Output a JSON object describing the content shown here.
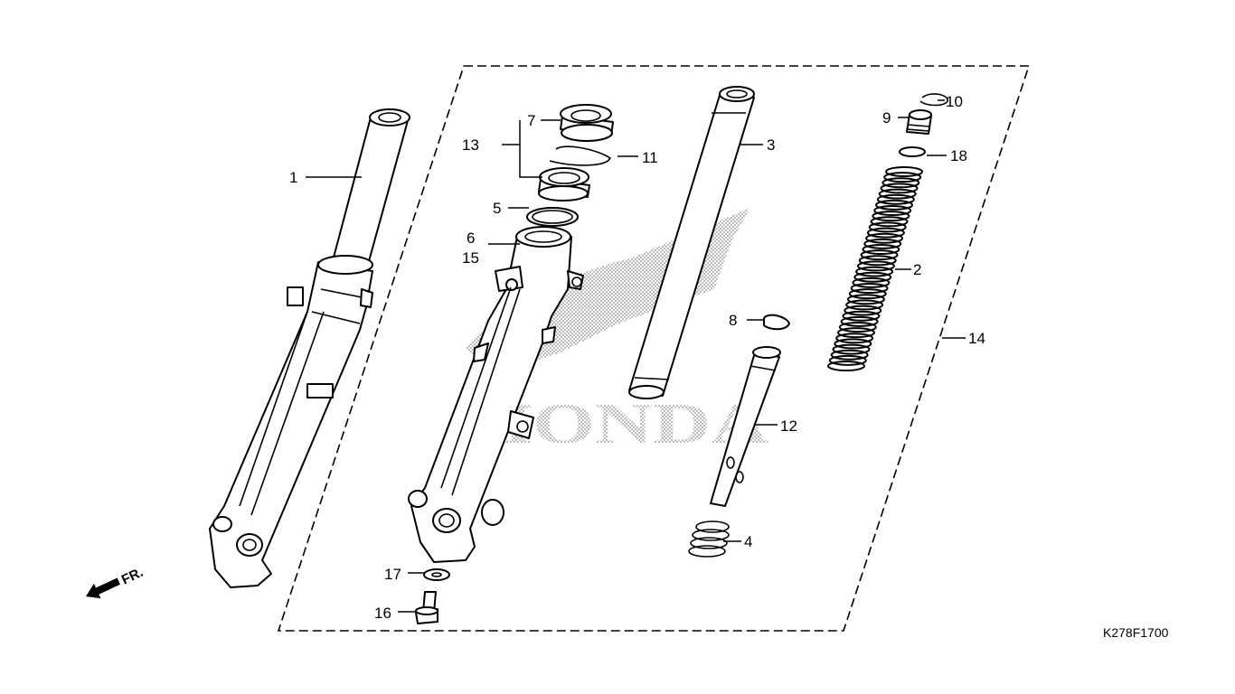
{
  "diagram": {
    "callouts": [
      {
        "id": "1",
        "text": "1"
      },
      {
        "id": "2",
        "text": "2"
      },
      {
        "id": "3",
        "text": "3"
      },
      {
        "id": "4",
        "text": "4"
      },
      {
        "id": "5",
        "text": "5"
      },
      {
        "id": "6",
        "text": "6"
      },
      {
        "id": "7",
        "text": "7"
      },
      {
        "id": "8",
        "text": "8"
      },
      {
        "id": "9",
        "text": "9"
      },
      {
        "id": "10",
        "text": "10"
      },
      {
        "id": "11",
        "text": "11"
      },
      {
        "id": "12",
        "text": "12"
      },
      {
        "id": "13",
        "text": "13"
      },
      {
        "id": "14",
        "text": "14"
      },
      {
        "id": "15",
        "text": "15"
      },
      {
        "id": "16",
        "text": "16"
      },
      {
        "id": "17",
        "text": "17"
      },
      {
        "id": "18",
        "text": "18"
      }
    ],
    "direction_label": "FR.",
    "figure_code": "K278F1700",
    "watermark": "HONDA",
    "colors": {
      "ink": "#000000",
      "paper": "#ffffff",
      "watermark": "#9a9a9a"
    }
  }
}
